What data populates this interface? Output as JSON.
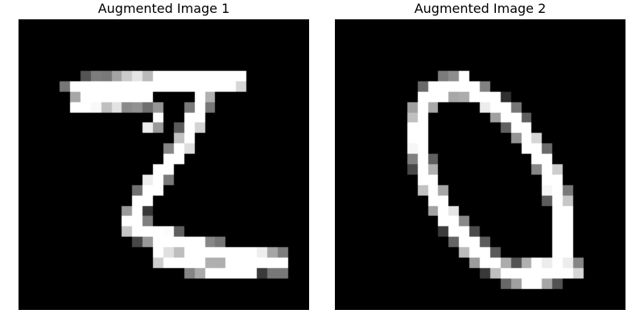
{
  "figure": {
    "panels": [
      {
        "title": "Augmented Image 1",
        "digit_shape": "digit-two"
      },
      {
        "title": "Augmented Image 2",
        "digit_shape": "digit-zero"
      }
    ],
    "colors": {
      "background": "#ffffff",
      "image_background": "#000000",
      "stroke": "#ffffff"
    }
  }
}
